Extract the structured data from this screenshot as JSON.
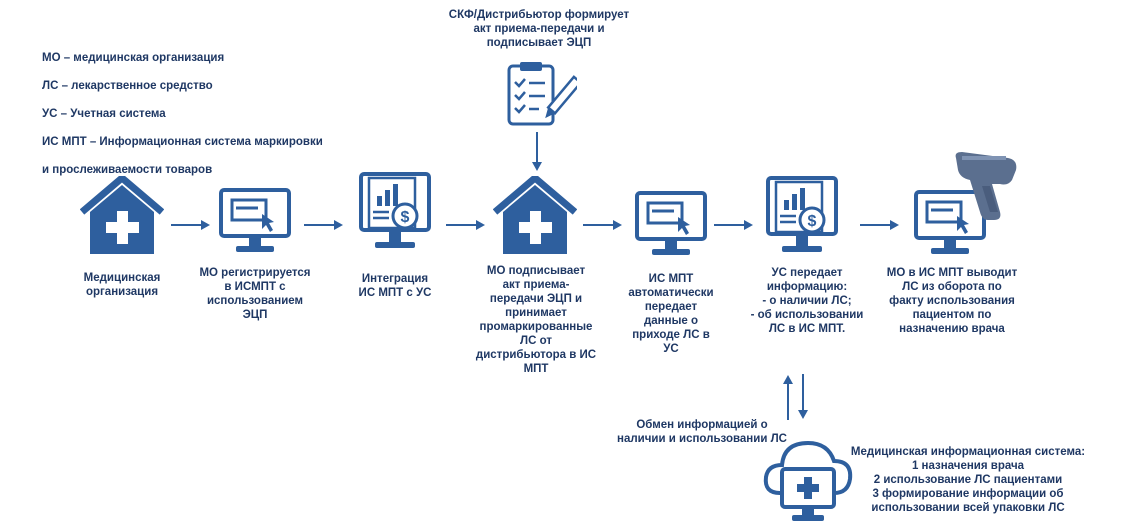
{
  "legend": {
    "lines": [
      "МО – медицинская организация",
      "ЛС – лекарственное средство",
      "УС – Учетная система",
      "ИС МПТ – Информационная система маркировки",
      "и прослеживаемости товаров"
    ]
  },
  "top_note": "СКФ/Дистрибьютор формирует\nакт приема-передачи и\nподписывает  ЭЦП",
  "steps": [
    {
      "label": "Медицинская\nорганизация",
      "icon": "hospital-icon"
    },
    {
      "label": "МО регистрируется\nв ИСМПТ  с\nиспользованием\nЭЦП",
      "icon": "computer-icon"
    },
    {
      "label": "Интеграция\nИС МПТ с УС",
      "icon": "report-monitor-icon"
    },
    {
      "label": "МО подписывает\nакт приема-\nпередачи ЭЦП  и\nпринимает\nпромаркированные\nЛС от\nдистрибьютора в ИС\nМПТ",
      "icon": "hospital-icon"
    },
    {
      "label": "ИС МПТ\nавтоматически\nпередает\nданные о\nприходе ЛС в\nУС",
      "icon": "computer-icon"
    },
    {
      "label": "УС передает\nинформацию:\n- о наличии ЛС;\n- об использовании\nЛС в ИС МПТ.",
      "icon": "report-monitor-icon"
    },
    {
      "label": "МО в ИС МПТ выводит\nЛС из оборота по\nфакту использования\nпациентом по\nназначению врача",
      "icon": "computer-icon"
    }
  ],
  "exchange_label": "Обмен  информацией о\nналичии и использовании ЛС",
  "mis_label": "Медицинская информационная система:\n1 назначения врача\n2 использование ЛС пациентами\n3 формирование информации об\nиспользовании всей упаковки ЛС",
  "colors": {
    "primary": "#2e5f9e",
    "text": "#1f3864",
    "arrow": "#2e5f9e"
  }
}
